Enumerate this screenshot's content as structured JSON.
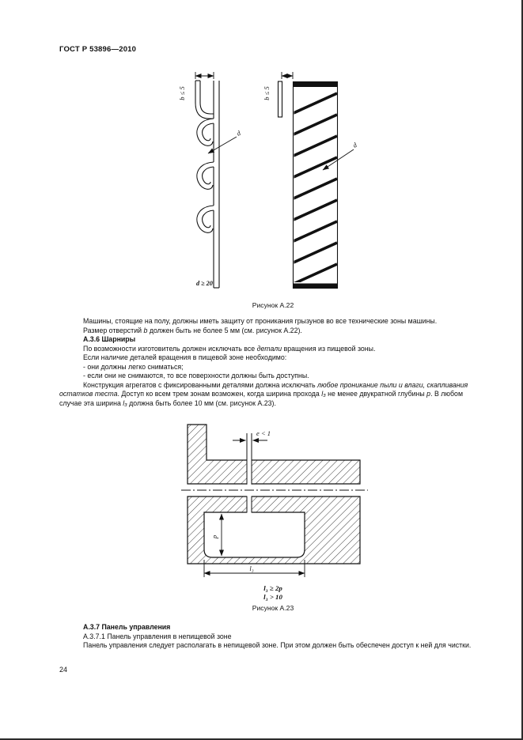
{
  "header": {
    "title": "ГОСТ Р 53896—2010"
  },
  "figures": {
    "a22": {
      "caption": "Рисунок А.22",
      "dim_b": "b ≤ 5",
      "dim_d": "d",
      "dim_d20": "d ≥ 20"
    },
    "a23": {
      "caption": "Рисунок А.23",
      "dim_e": "e < 1",
      "dim_p": "p",
      "dim_l3": "l₃",
      "formula1": "l₃ ≥ 2p",
      "formula2": "l₃ > 10"
    }
  },
  "text": {
    "p1": "Машины, стоящие на полу, должны иметь защиту от проникания грызунов во все технические зоны машины.",
    "p2a": "Размер отверстий ",
    "p2b": "b",
    "p2c": " должен быть не более 5 мм (см. рисунок А.22).",
    "h36": "А.3.6 Шарниры",
    "p3a": "По возможности изготовитель должен исключать все ",
    "p3b": "детали",
    "p3c": " вращения из пищевой зоны.",
    "p4": "Если наличие деталей вращения в пищевой зоне необходимо:",
    "li1": "- они должны легко сниматься;",
    "li2": "- если они не снимаются, то все поверхности должны быть доступны.",
    "p5a": "Конструкция агрегатов с фиксированными деталями должна исключать ",
    "p5b": "любое проникание пыли и влаги, скапливания остатков теста",
    "p5c": ". Доступ ко всем трем зонам возможен, когда ширина прохода ",
    "p5d": "l₃",
    "p5e": " не менее двукратной глубины ",
    "p5f": "p",
    "p5g": ". В любом случае эта ширина ",
    "p5h": "l₃",
    "p5i": " должна быть более 10 мм (см. рисунок А.23)."
  },
  "section37": {
    "h37": "А.3.7 Панель управления",
    "h371": "А.3.7.1 Панель управления в непищевой зоне",
    "p6": "Панель управления следует располагать в непищевой зоне. При этом должен быть обеспечен доступ к ней для чистки."
  },
  "page_number": "24"
}
